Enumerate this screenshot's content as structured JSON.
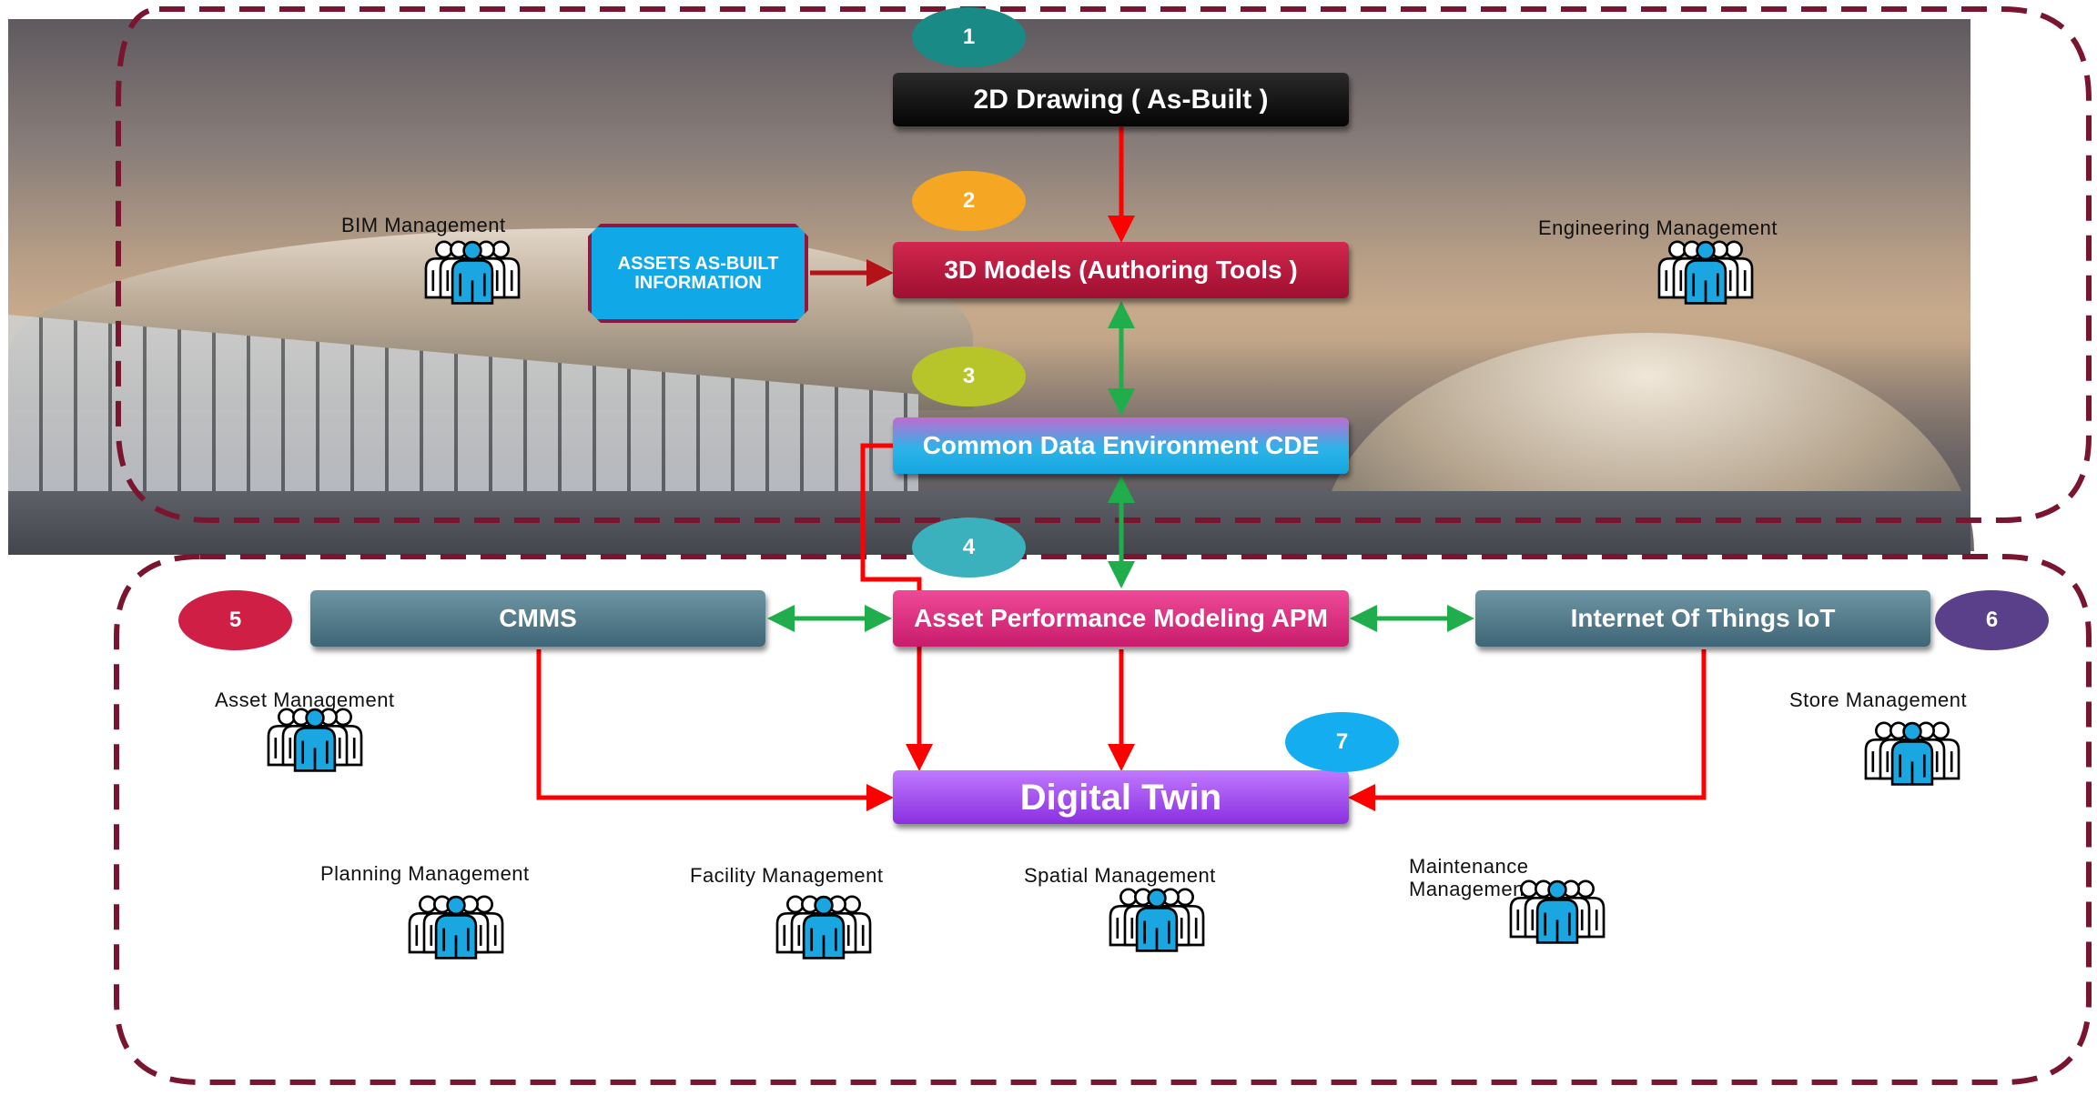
{
  "steps": {
    "s1": {
      "label": "2D Drawing ( As-Built )",
      "number": "1",
      "badge_color": "#1a8a86"
    },
    "s2": {
      "label": "3D Models (Authoring Tools )",
      "number": "2",
      "badge_color": "#f5a623"
    },
    "s3": {
      "label": "Common Data Environment CDE",
      "number": "3",
      "badge_color": "#b7c52a"
    },
    "s4": {
      "label": "Asset Performance Modeling APM",
      "number": "4",
      "badge_color": "#3ab1bd"
    },
    "s5": {
      "label": "CMMS",
      "number": "5",
      "badge_color": "#cf1f45"
    },
    "s6": {
      "label": "Internet Of Things IoT",
      "number": "6",
      "badge_color": "#5a3f8a"
    },
    "s7": {
      "label": "Digital Twin",
      "number": "7",
      "badge_color": "#14aef0"
    }
  },
  "assets_box": {
    "label": "ASSETS AS-BUILT INFORMATION"
  },
  "roles": {
    "bim": "BIM Management",
    "engineering": "Engineering  Management",
    "asset": "Asset Management",
    "store": "Store Management",
    "planning": "Planning Management",
    "facility": "Facility Management",
    "spatial": "Spatial Management",
    "maintenance": "Maintenance Management"
  },
  "icon": "people-group-icon",
  "colors": {
    "arrow_red": "#ff0000",
    "arrow_green": "#1fae4b",
    "region_border": "#7a1530",
    "people_fill": "#1aa6e0"
  }
}
